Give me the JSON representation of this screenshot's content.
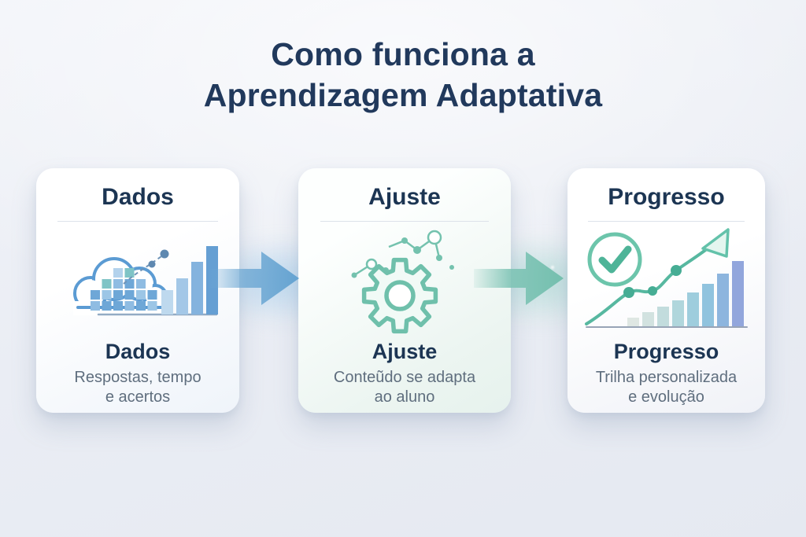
{
  "title": {
    "line1": "Como funciona a",
    "line2": "Aprendizagem Adaptativa"
  },
  "steps": [
    {
      "header": "Dados",
      "label": "Dados",
      "description": "Respostas, tempo\ne acertos",
      "icon": "cloud-data-bar-chart-icon"
    },
    {
      "header": "Ajuste",
      "label": "Ajuste",
      "description": "Conteũdo se adapta\nao aluno",
      "icon": "gear-network-icon"
    },
    {
      "header": "Progresso",
      "label": "Progresso",
      "description": "Trilha personalizada\ne evolução",
      "icon": "check-growth-chart-icon"
    }
  ],
  "arrows": [
    {
      "name": "flow-arrow-1",
      "direction": "right",
      "color": "#6fa9d4"
    },
    {
      "name": "flow-arrow-2",
      "direction": "right",
      "color": "#7cc3b4"
    }
  ],
  "colors": {
    "title": "#21395c",
    "heading": "#1c3553",
    "subtitle": "#5f6e7e",
    "divider": "#dde2ea",
    "icon_blue": "#5b9bd3",
    "icon_teal": "#6fc0ab",
    "arrow_blue": "#6fa9d4",
    "arrow_teal": "#7cc3b4"
  }
}
